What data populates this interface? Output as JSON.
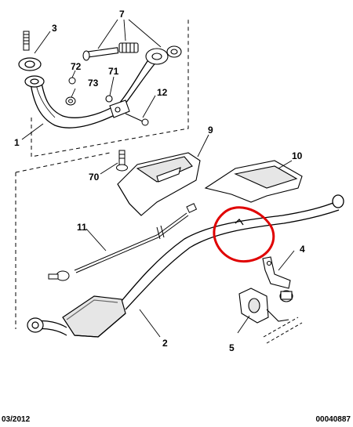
{
  "labels": {
    "l1": "1",
    "l2": "2",
    "l3": "3",
    "l4": "4",
    "l5": "5",
    "l7": "7",
    "l9": "9",
    "l10": "10",
    "l11": "11",
    "l12": "12",
    "l70": "70",
    "l71": "71",
    "l72": "72",
    "l73": "73"
  },
  "footer": {
    "date": "03/2012",
    "code": "00040887"
  },
  "colors": {
    "ink": "#000000",
    "highlight": "#e00000",
    "fill_gray": "#e6e6e6"
  }
}
